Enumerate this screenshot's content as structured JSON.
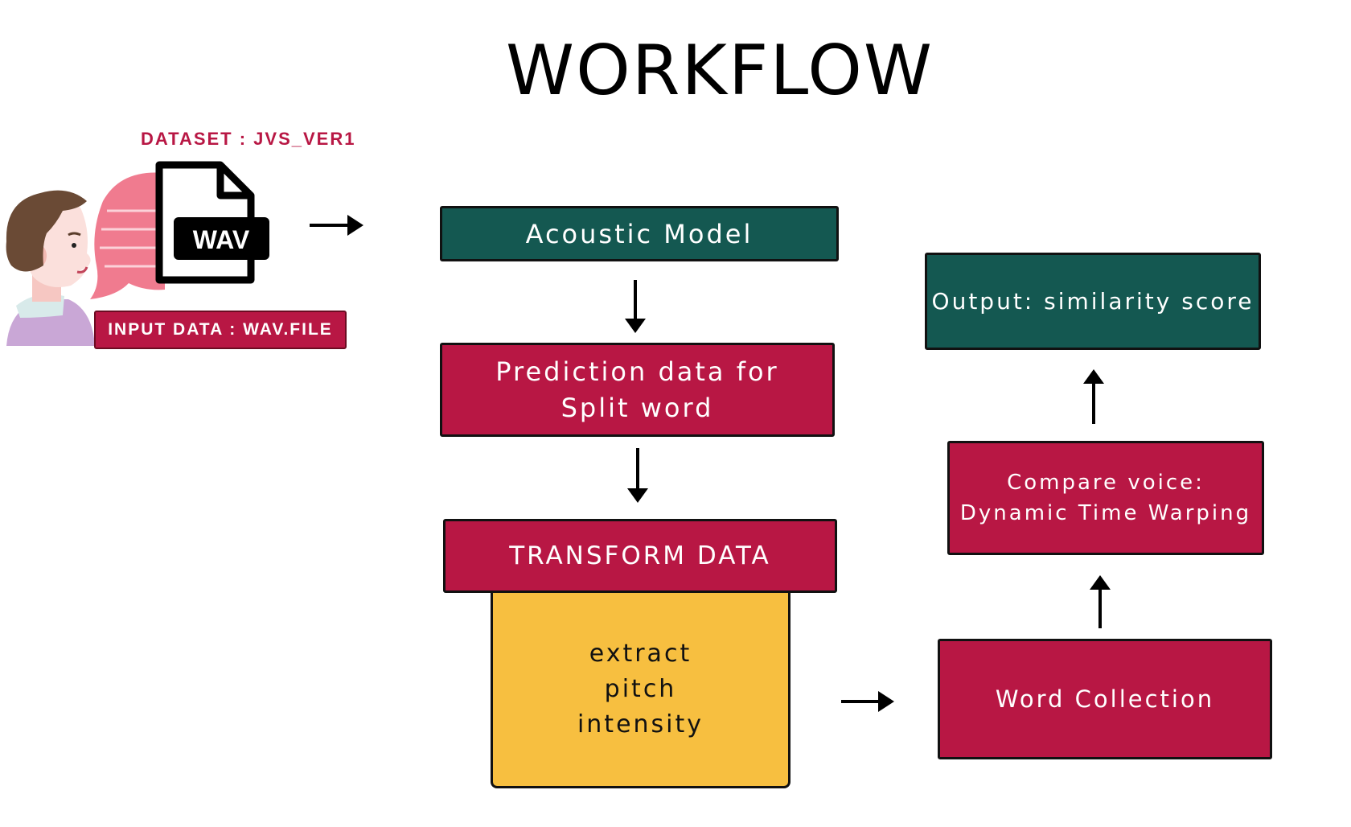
{
  "title": "WORKFLOW",
  "dataset_label": "DATASET : JVS_VER1",
  "file_icon_label": "WAV",
  "input_label": "INPUT DATA : WAV.FILE",
  "nodes": {
    "acoustic_model": "Acoustic Model",
    "prediction_line1": "Prediction data for",
    "prediction_line2": "Split word",
    "transform": "TRANSFORM DATA",
    "extract_line1": "extract",
    "extract_line2": "pitch",
    "extract_line3": "intensity",
    "word_collection": "Word Collection",
    "compare_line1": "Compare voice:",
    "compare_line2": "Dynamic Time Warping",
    "output": "Output: similarity score"
  },
  "colors": {
    "green": "#145851",
    "red": "#b81744",
    "yellow": "#f7bf40"
  }
}
